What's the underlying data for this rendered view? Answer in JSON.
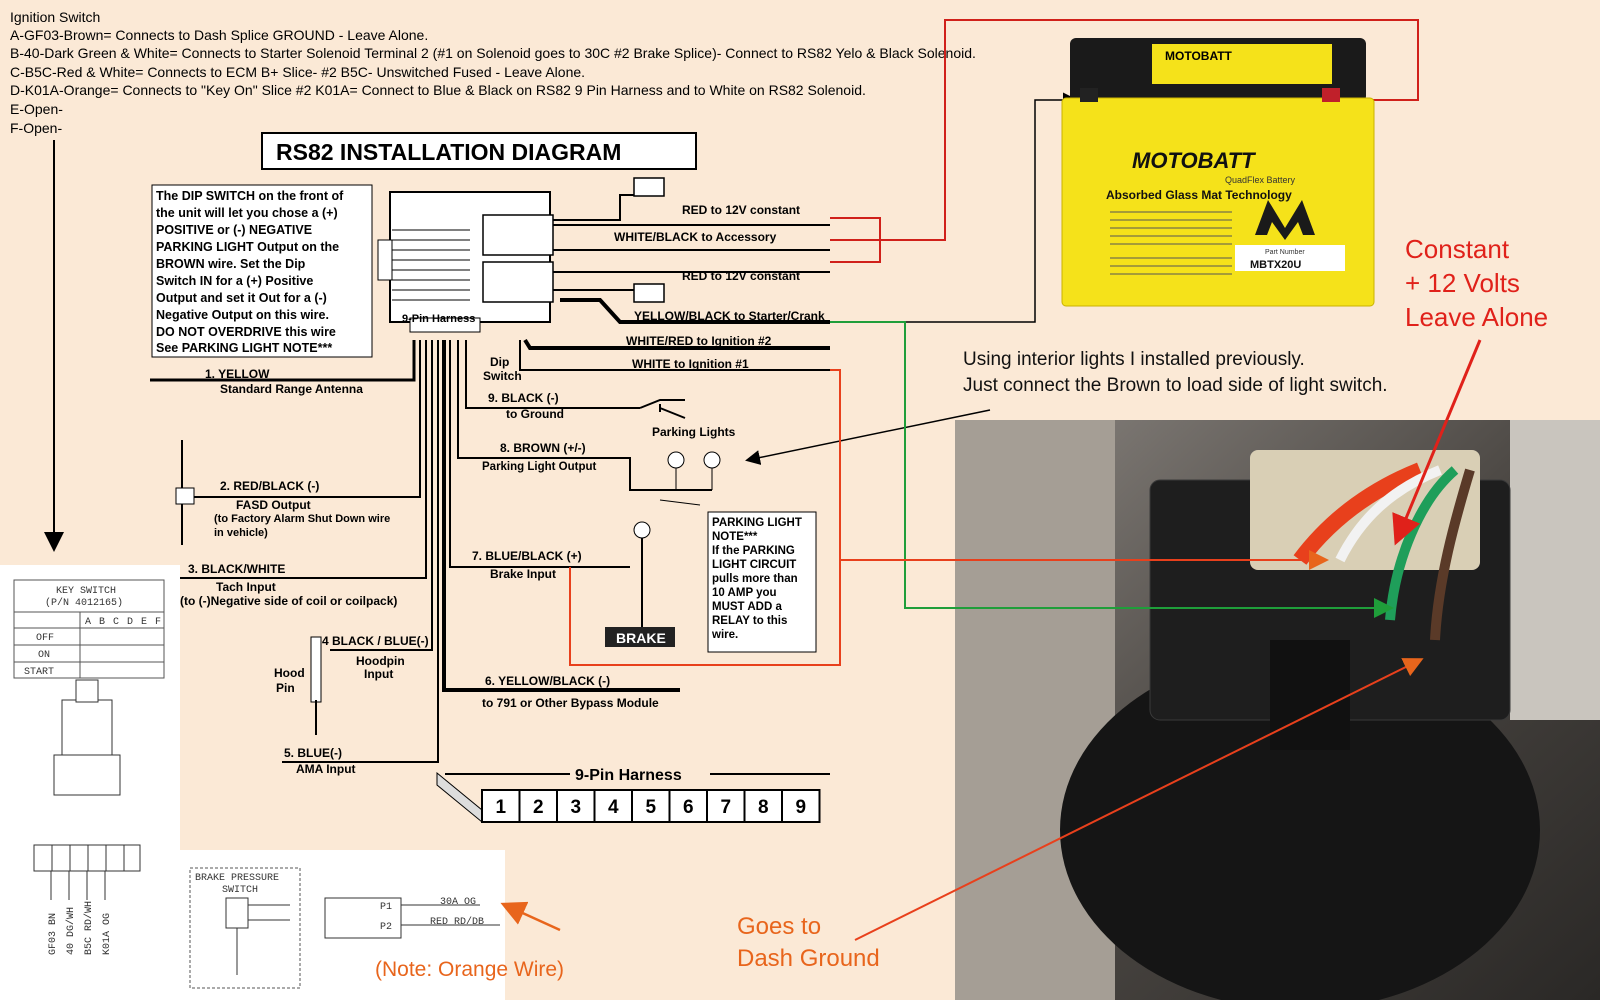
{
  "header": {
    "title": "Ignition Switch",
    "lines": [
      "A-GF03-Brown= Connects to Dash Splice GROUND -  Leave Alone.",
      "B-40-Dark Green & White= Connects to Starter Solenoid Terminal 2 (#1 on Solenoid goes to 30C #2 Brake Splice)-  Connect to RS82 Yelo & Black Solenoid.",
      "C-B5C-Red & White= Connects to ECM B+ Slice- #2 B5C- Unswitched Fused - Leave Alone.",
      "D-K01A-Orange= Connects to \"Key On\" Slice #2 K01A= Connect to Blue & Black on RS82 9 Pin Harness and to White on RS82 Solenoid.",
      "E-Open-",
      "F-Open-"
    ]
  },
  "diagram": {
    "title": "RS82  INSTALLATION DIAGRAM",
    "dip_note": [
      "The DIP SWITCH on the front of",
      "the unit will let you chose a (+)",
      "POSITIVE or (-) NEGATIVE",
      "PARKING LIGHT Output on the",
      "BROWN wire. Set the Dip",
      "Switch IN for a (+) Positive",
      "Output and set it Out for a (-)",
      "Negative Output on this wire.",
      "DO NOT OVERDRIVE this wire",
      "See PARKING LIGHT NOTE***"
    ],
    "harness_label": "9-Pin Harness",
    "dip_label": [
      "Dip",
      "Switch"
    ],
    "relay_wires": [
      "RED to 12V constant",
      "WHITE/BLACK to Accessory",
      "RED to 12V constant",
      "YELLOW/BLACK to Starter/Crank",
      "WHITE/RED to Ignition #2",
      "WHITE to Ignition #1"
    ],
    "wires": {
      "w1": [
        "1. YELLOW",
        "Standard Range Antenna"
      ],
      "w2": [
        "2. RED/BLACK (-)",
        "FASD Output",
        "(to Factory Alarm Shut Down wire",
        "in vehicle)"
      ],
      "w3": [
        "3. BLACK/WHITE",
        "Tach Input",
        "(to (-)Negative side of coil or coilpack)"
      ],
      "w4": [
        "4 BLACK / BLUE(-)",
        "Hoodpin",
        "Input"
      ],
      "hood_pin": [
        "Hood",
        "Pin"
      ],
      "w5": [
        "5. BLUE(-)",
        "AMA Input"
      ],
      "w6": [
        "6. YELLOW/BLACK (-)",
        "to 791 or Other Bypass Module"
      ],
      "w7": [
        "7. BLUE/BLACK (+)",
        "Brake Input"
      ],
      "w8": [
        "8. BROWN (+/-)",
        "Parking Light Output"
      ],
      "w9": [
        "9. BLACK (-)",
        "to Ground"
      ]
    },
    "parking_lights": "Parking Lights",
    "brake": "BRAKE",
    "parking_note": [
      "PARKING LIGHT",
      "NOTE***",
      "If the PARKING",
      "LIGHT CIRCUIT",
      "pulls more than",
      "10 AMP you",
      "MUST ADD a",
      "RELAY to this",
      "wire."
    ],
    "pin_title": "9-Pin Harness",
    "pins": [
      "1",
      "2",
      "3",
      "4",
      "5",
      "6",
      "7",
      "8",
      "9"
    ]
  },
  "battery": {
    "brand": "MOTOBATT",
    "sub": "QuadFlex Battery",
    "tech": "Absorbed Glass Mat Technology",
    "logo": "M",
    "part_label": "Part Number",
    "part": "MBTX20U"
  },
  "annotations": {
    "constant": [
      "Constant",
      "+ 12 Volts",
      "Leave Alone"
    ],
    "interior": [
      "Using interior lights I installed previously.",
      "Just connect the Brown to load side of light switch."
    ],
    "dash_ground": [
      "Goes to",
      "Dash Ground"
    ],
    "note_orange": "(Note: Orange Wire)"
  },
  "key_switch": {
    "title": "KEY SWITCH",
    "pn": "(P/N 4012165)",
    "cols": [
      "A",
      "B",
      "C",
      "D",
      "E",
      "F"
    ],
    "rows": [
      "OFF",
      "ON",
      "START"
    ],
    "wires": [
      "GF03 BN",
      "40 DG/WH",
      "B5C RD/WH",
      "K01A OG"
    ]
  },
  "brake_switch": {
    "title": [
      "BRAKE PRESSURE",
      "SWITCH"
    ],
    "p1": "P1",
    "p2": "P2",
    "l1": "30A  OG",
    "l2": "RED  RD/DB"
  },
  "colors": {
    "wire_red": "#e8401c",
    "wire_green": "#1f9e3a",
    "battery_yellow": "#f5e21a",
    "text_red": "#e0211a",
    "text_orange": "#e8651c"
  }
}
